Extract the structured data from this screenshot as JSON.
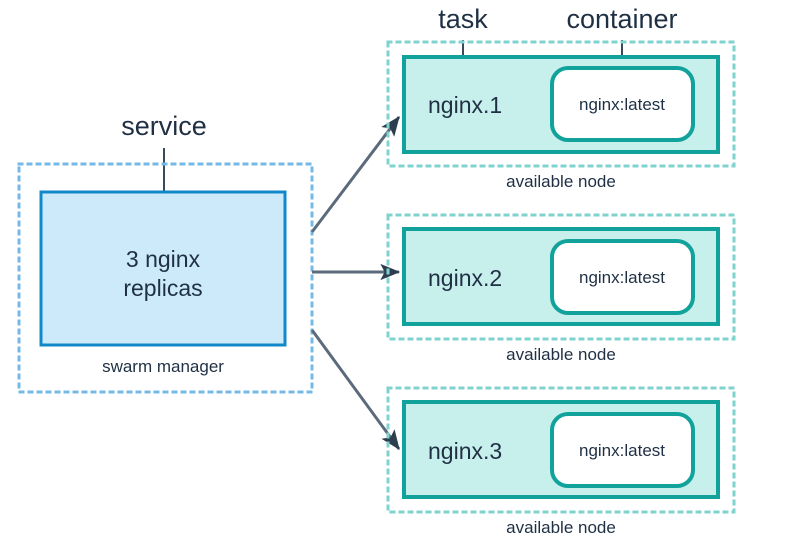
{
  "diagram": {
    "title_callouts": {
      "service": "service",
      "task": "task",
      "container": "container"
    },
    "colors": {
      "service_fill": "#cdeafb",
      "service_stroke": "#1189c9",
      "service_dash": "#74b9e7",
      "node_fill": "#c7efec",
      "node_stroke": "#11a39b",
      "node_dash": "#7fd3ce",
      "container_fill": "#ffffff",
      "container_stroke": "#11a39b",
      "text": "#1f3044",
      "arrow": "#5b6b7b",
      "background": "#ffffff"
    },
    "manager": {
      "box_line1": "3 nginx",
      "box_line2": "replicas",
      "caption": "swarm manager"
    },
    "nodes": [
      {
        "task_label": "nginx.1",
        "container_label": "nginx:latest",
        "caption": "available node"
      },
      {
        "task_label": "nginx.2",
        "container_label": "nginx:latest",
        "caption": "available node"
      },
      {
        "task_label": "nginx.3",
        "container_label": "nginx:latest",
        "caption": "available node"
      }
    ]
  }
}
